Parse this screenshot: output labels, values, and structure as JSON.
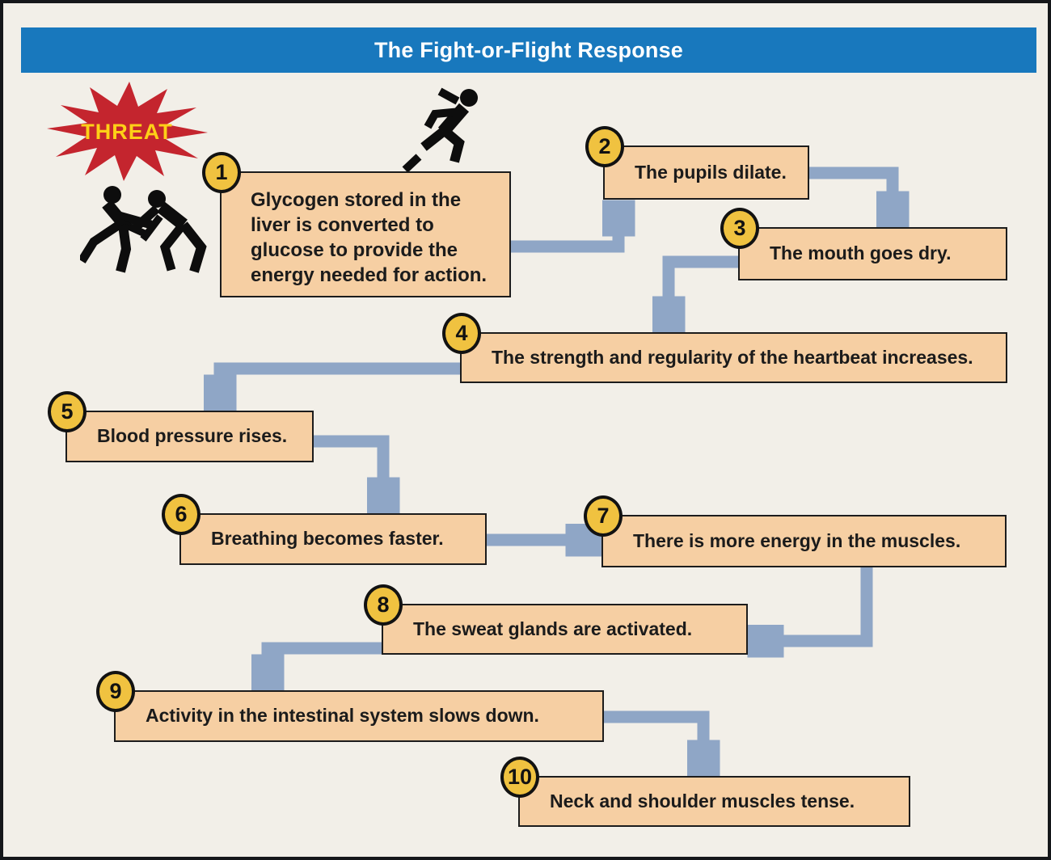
{
  "title": "The Fight-or-Flight Response",
  "threat": {
    "label": "THREAT"
  },
  "steps": [
    {
      "num": "1",
      "text": "Glycogen stored in the liver is converted to glucose to provide the energy needed for action."
    },
    {
      "num": "2",
      "text": "The pupils dilate."
    },
    {
      "num": "3",
      "text": "The mouth goes dry."
    },
    {
      "num": "4",
      "text": "The strength and regularity of the heartbeat increases."
    },
    {
      "num": "5",
      "text": "Blood pressure rises."
    },
    {
      "num": "6",
      "text": "Breathing becomes faster."
    },
    {
      "num": "7",
      "text": "There is more energy in the muscles."
    },
    {
      "num": "8",
      "text": "The sweat glands are activated."
    },
    {
      "num": "9",
      "text": "Activity in the intestinal system slows down."
    },
    {
      "num": "10",
      "text": "Neck and shoulder muscles tense."
    }
  ],
  "flow_connections": [
    [
      "1",
      "2"
    ],
    [
      "2",
      "3"
    ],
    [
      "3",
      "4"
    ],
    [
      "4",
      "5"
    ],
    [
      "5",
      "6"
    ],
    [
      "6",
      "7"
    ],
    [
      "7",
      "8"
    ],
    [
      "8",
      "9"
    ],
    [
      "9",
      "10"
    ]
  ],
  "icons": {
    "threat": "threat-starburst-icon",
    "runner": "running-person-icon",
    "fighters": "people-fighting-icon"
  },
  "colors": {
    "background": "#f2efe8",
    "header_bg": "#1878bd",
    "header_text": "#ffffff",
    "box_fill": "#f6cfa3",
    "box_border": "#1c1c1c",
    "badge_fill": "#f0c240",
    "arrow": "#8fa6c6",
    "threat_red": "#c4252e",
    "threat_text": "#fdd017",
    "icon_black": "#0d0d0d"
  }
}
